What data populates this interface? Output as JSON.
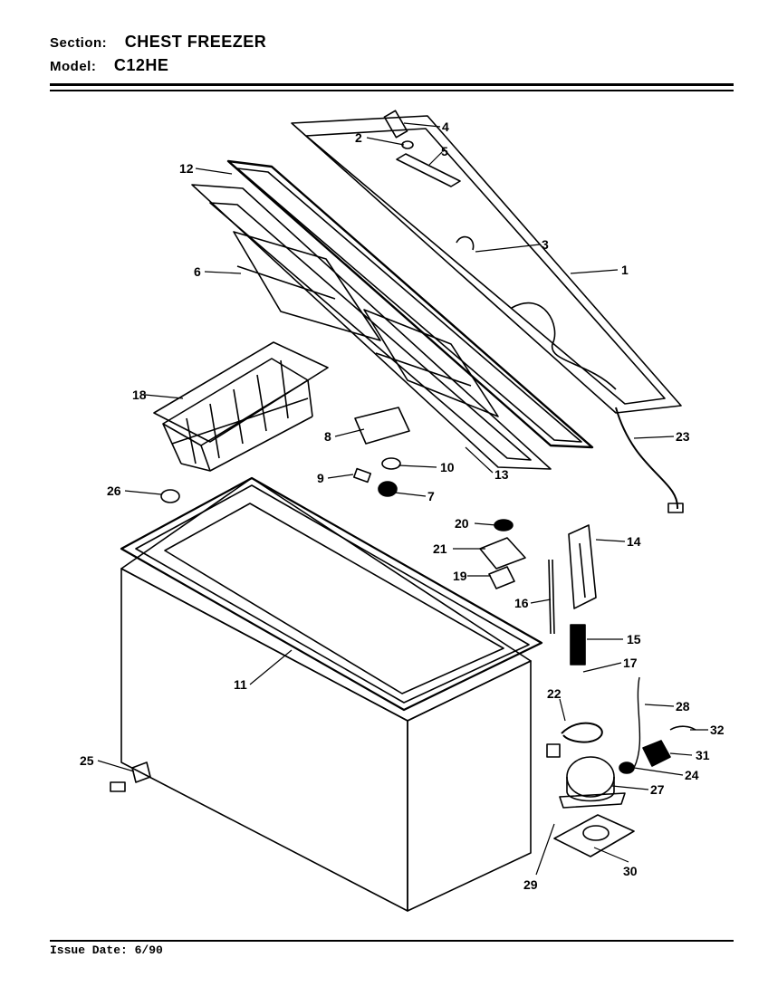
{
  "header": {
    "section_key": "Section:",
    "section_value": "CHEST FREEZER",
    "model_key": "Model:",
    "model_value": "C12HE"
  },
  "footer": {
    "issue_text": "Issue Date: 6/90"
  },
  "callouts": [
    {
      "id": "1",
      "label": "1"
    },
    {
      "id": "2",
      "label": "2"
    },
    {
      "id": "3",
      "label": "3"
    },
    {
      "id": "4",
      "label": "4"
    },
    {
      "id": "5",
      "label": "5"
    },
    {
      "id": "6",
      "label": "6"
    },
    {
      "id": "7",
      "label": "7"
    },
    {
      "id": "8",
      "label": "8"
    },
    {
      "id": "9",
      "label": "9"
    },
    {
      "id": "10",
      "label": "10"
    },
    {
      "id": "11",
      "label": "11"
    },
    {
      "id": "12",
      "label": "12"
    },
    {
      "id": "13",
      "label": "13"
    },
    {
      "id": "14",
      "label": "14"
    },
    {
      "id": "15",
      "label": "15"
    },
    {
      "id": "16",
      "label": "16"
    },
    {
      "id": "17",
      "label": "17"
    },
    {
      "id": "18",
      "label": "18"
    },
    {
      "id": "19",
      "label": "19"
    },
    {
      "id": "20",
      "label": "20"
    },
    {
      "id": "21",
      "label": "21"
    },
    {
      "id": "22",
      "label": "22"
    },
    {
      "id": "23",
      "label": "23"
    },
    {
      "id": "24",
      "label": "24"
    },
    {
      "id": "25",
      "label": "25"
    },
    {
      "id": "26",
      "label": "26"
    },
    {
      "id": "27",
      "label": "27"
    },
    {
      "id": "28",
      "label": "28"
    },
    {
      "id": "29",
      "label": "29"
    },
    {
      "id": "30",
      "label": "30"
    },
    {
      "id": "31",
      "label": "31"
    },
    {
      "id": "32",
      "label": "32"
    }
  ]
}
